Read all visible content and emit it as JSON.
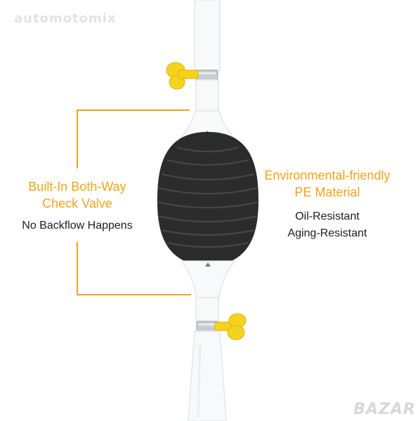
{
  "watermark": "automotomix",
  "corner_logo": "BAZAR",
  "left_panel": {
    "title_line1": "Built-In Both-Way",
    "title_line2": "Check Valve",
    "subtitle": "No Backflow Happens"
  },
  "right_panel": {
    "title_line1": "Environmental-friendly",
    "title_line2": "PE Material",
    "feature1": "Oil-Resistant",
    "feature2": "Aging-Resistant"
  },
  "colors": {
    "accent": "#f2a31b",
    "clamp_yellow": "#f5d31c",
    "bulb": "#2b2b2b",
    "tube": "#f7f9fb"
  }
}
